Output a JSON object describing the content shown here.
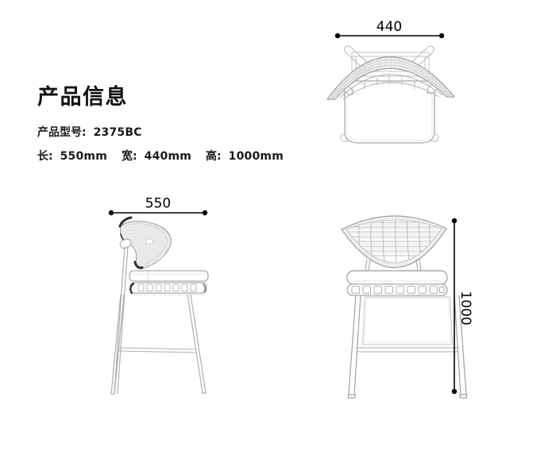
{
  "info": {
    "title": "产品信息",
    "model_label": "产品型号:",
    "model_value": "2375BC",
    "length_label": "长:",
    "length_value": "550mm",
    "width_label": "宽:",
    "width_value": "440mm",
    "height_label": "高:",
    "height_value": "1000mm"
  },
  "views": {
    "top_dimension": "440",
    "side_dimension": "550",
    "front_dimension": "1000"
  },
  "colors": {
    "text": "#111111",
    "dimension_line": "#000000",
    "drawing_line": "#9a9a9a",
    "background": "#ffffff"
  }
}
